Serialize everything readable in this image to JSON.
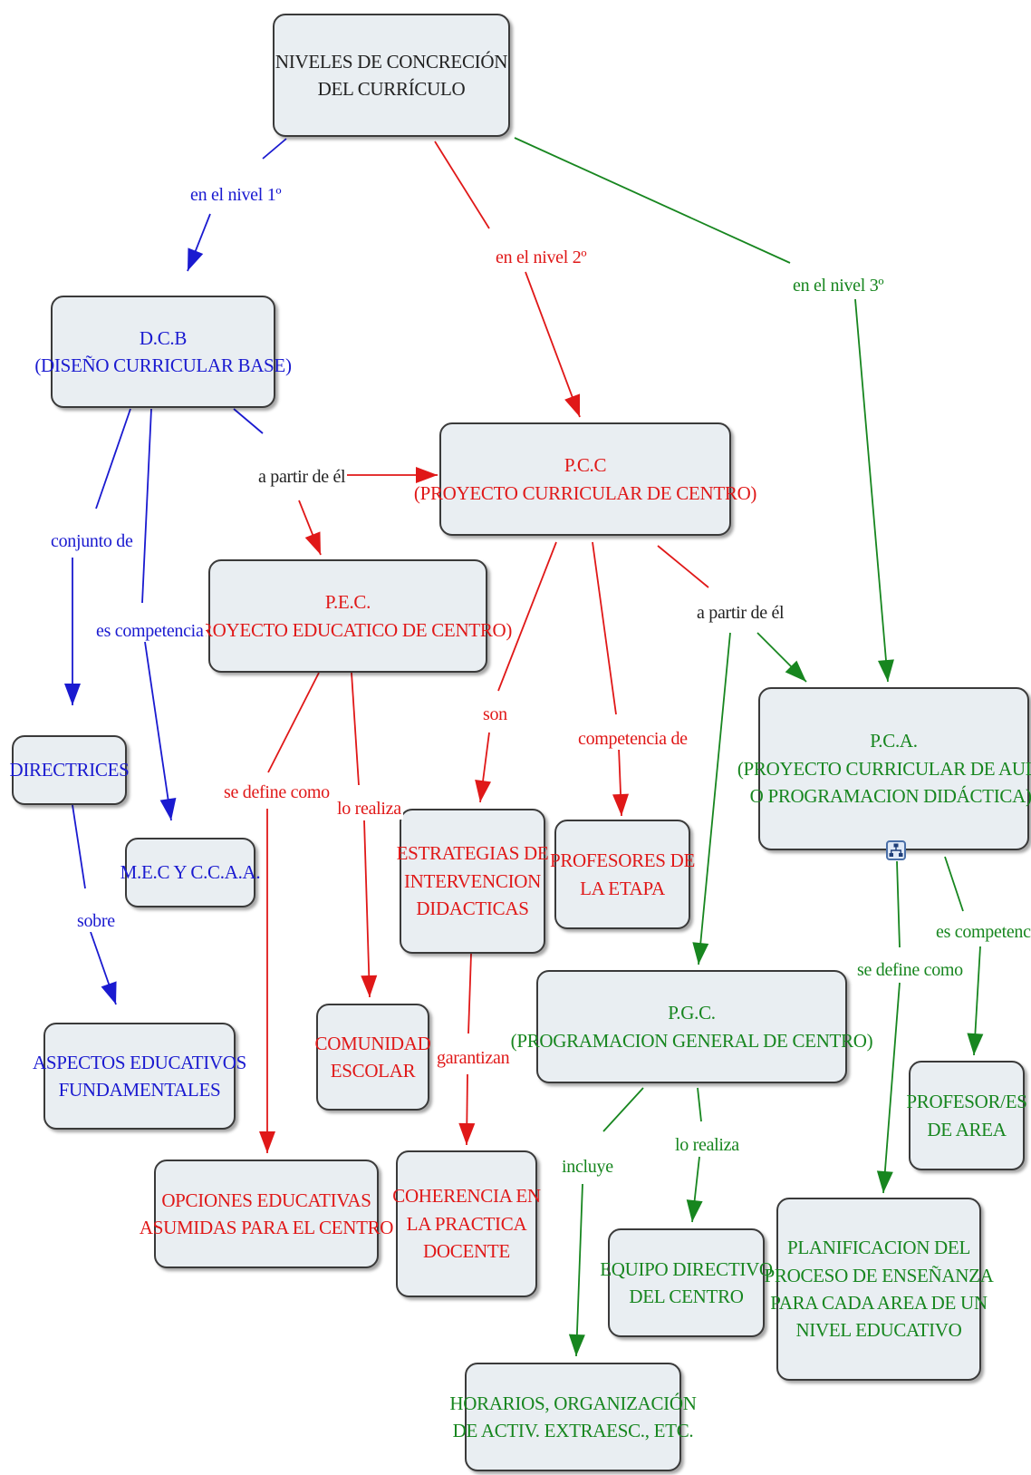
{
  "nodes": {
    "root": [
      "NIVELES DE CONCRECIÓN",
      "DEL CURRÍCULO"
    ],
    "dcb": [
      "D.C.B",
      "(DISEÑO CURRICULAR BASE)"
    ],
    "pcc": [
      "P.C.C",
      "(PROYECTO CURRICULAR DE CENTRO)"
    ],
    "pec": [
      "P.E.C.",
      "(PROYECTO EDUCATICO DE CENTRO)"
    ],
    "pca": [
      "P.C.A.",
      "(PROYECTO CURRICULAR DE AULA",
      "O PROGRAMACION DIDÁCTICA))"
    ],
    "directrices": [
      "DIRECTRICES"
    ],
    "mec": [
      "M.E.C Y C.C.A.A."
    ],
    "estrategias": [
      "ESTRATEGIAS DE",
      "INTERVENCION",
      "DIDACTICAS"
    ],
    "profesores_etapa": [
      "PROFESORES DE",
      "LA ETAPA"
    ],
    "aspectos": [
      "ASPECTOS EDUCATIVOS",
      "FUNDAMENTALES"
    ],
    "comunidad": [
      "COMUNIDAD",
      "ESCOLAR"
    ],
    "pgc": [
      "P.G.C.",
      "(PROGRAMACION GENERAL DE CENTRO)"
    ],
    "profesores_area": [
      "PROFESOR/ES",
      "DE AREA"
    ],
    "opciones": [
      "OPCIONES EDUCATIVAS",
      "ASUMIDAS PARA EL CENTRO"
    ],
    "coherencia": [
      "COHERENCIA EN",
      "LA PRACTICA",
      "DOCENTE"
    ],
    "equipo": [
      "EQUIPO DIRECTIVO",
      "DEL CENTRO"
    ],
    "planificacion": [
      "PLANIFICACION DEL",
      "PROCESO DE ENSEÑANZA",
      "PARA CADA AREA DE UN",
      "NIVEL EDUCATIVO"
    ],
    "horarios": [
      "HORARIOS, ORGANIZACIÓN",
      "DE ACTIV. EXTRAESC., ETC."
    ]
  },
  "links": {
    "nivel1": "en el nivel 1º",
    "nivel2": "en el nivel 2º",
    "nivel3": "en el nivel 3º",
    "dcb_partir": "a partir de él",
    "pcc_partir": "a partir de él",
    "conjunto": "conjunto de",
    "es_competencia_dcb": "es competencia",
    "sobre": "sobre",
    "define_pec": "se define como",
    "realiza_pec": "lo realiza",
    "son": "son",
    "competencia_de": "competencia de",
    "garantizan": "garantizan",
    "define_pca": "se define como",
    "es_competencia_pca": "es competencia",
    "incluye": "incluye",
    "realiza_pgc": "lo realiza"
  },
  "icons": {
    "submap": "concept-submap-icon"
  },
  "colors": {
    "level1": "#1a1ad0",
    "level2": "#e01818",
    "level3": "#17861f",
    "neutral": "#222222",
    "node_fill": "#e9eef2",
    "node_border": "#3a3a3a"
  }
}
